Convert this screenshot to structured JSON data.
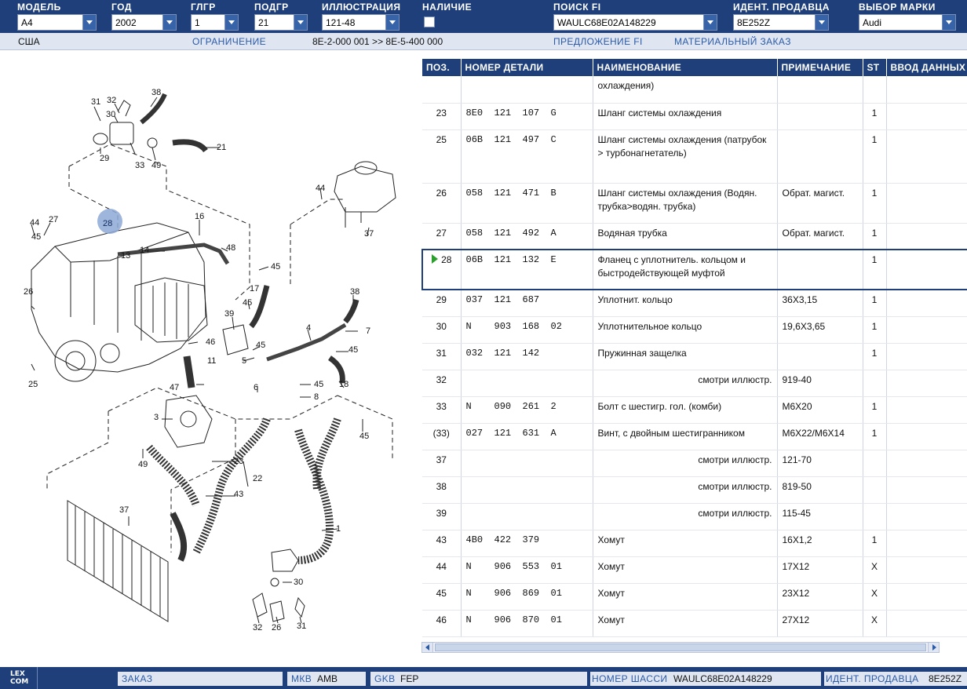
{
  "toolbar": {
    "model": {
      "label": "МОДЕЛЬ",
      "value": "A4"
    },
    "year": {
      "label": "ГОД",
      "value": "2002"
    },
    "group": {
      "label": "ГЛГР",
      "value": "1"
    },
    "subgroup": {
      "label": "ПОДГР",
      "value": "21"
    },
    "illustration": {
      "label": "ИЛЛЮСТРАЦИЯ",
      "value": "121-48"
    },
    "availability": {
      "label": "НАЛИЧИЕ"
    },
    "fi_search": {
      "label": "ПОИСК FI",
      "value": "WAULC68E02A148229"
    },
    "dealer_id": {
      "label": "ИДЕНТ. ПРОДАВЦА",
      "value": "8E252Z"
    },
    "brand": {
      "label": "ВЫБОР МАРКИ",
      "value": "Audi"
    }
  },
  "infobar": {
    "region": "США",
    "restriction_label": "ОГРАНИЧЕНИЕ",
    "restriction_value": "8E-2-000 001 >> 8E-5-400 000",
    "fi_proposal": "ПРЕДЛОЖЕНИЕ FI",
    "material_order": "МАТЕРИАЛЬНЫЙ ЗАКАЗ"
  },
  "diagram": {
    "callouts": [
      "38",
      "31",
      "32",
      "30",
      "21",
      "29",
      "33",
      "49",
      "28",
      "44",
      "16",
      "27",
      "45",
      "14",
      "13",
      "48",
      "17",
      "45",
      "37",
      "44",
      "38",
      "39",
      "45",
      "4",
      "7",
      "26",
      "46",
      "45",
      "45",
      "11",
      "5",
      "18",
      "25",
      "47",
      "6",
      "45",
      "8",
      "3",
      "45",
      "49",
      "23",
      "22",
      "43",
      "37",
      "1",
      "30",
      "32",
      "26",
      "31"
    ],
    "highlighted": "28"
  },
  "table": {
    "headers": {
      "pos": "ПОЗ.",
      "part_no": "НОМЕР ДЕТАЛИ",
      "name": "НАИМЕНОВАНИЕ",
      "note": "ПРИМЕЧАНИЕ",
      "st": "ST",
      "data_entry": "ВВОД ДАННЫХ"
    },
    "rows": [
      {
        "pos": "",
        "part_no": "",
        "name": " охлаждения)",
        "note": "",
        "st": ""
      },
      {
        "pos": "23",
        "part_no": "8E0  121  107  G",
        "name": "Шланг системы охлаждения",
        "note": "",
        "st": "1"
      },
      {
        "pos": "25",
        "part_no": "06B  121  497  C",
        "name": "Шланг системы охлаждения (патрубок > турбонагнетатель)",
        "note": "",
        "st": "1"
      },
      {
        "pos": "26",
        "part_no": "058  121  471  B",
        "name": "Шланг системы охлаждения (Водян. трубка>водян. трубка)",
        "note": "Обрат. магист.",
        "st": "1"
      },
      {
        "pos": "27",
        "part_no": "058  121  492  A",
        "name": "Водяная трубка",
        "note": "Обрат. магист.",
        "st": "1"
      },
      {
        "pos": "28",
        "part_no": "06B  121  132  E",
        "name": "Фланец с уплотнитель. кольцом и быстродействующей муфтой",
        "note": "",
        "st": "1",
        "selected": true
      },
      {
        "pos": "29",
        "part_no": "037  121  687",
        "name": "Уплотнит. кольцо",
        "note": "36X3,15",
        "st": "1"
      },
      {
        "pos": "30",
        "part_no": "N    903  168  02",
        "name": "Уплотнительное кольцо",
        "note": "19,6X3,65",
        "st": "1"
      },
      {
        "pos": "31",
        "part_no": "032  121  142",
        "name": "Пружинная защелка",
        "note": "",
        "st": "1"
      },
      {
        "pos": "32",
        "part_no": "",
        "name": "смотри иллюстр.",
        "note": "919-40",
        "st": "",
        "ref": true
      },
      {
        "pos": "33",
        "part_no": "N    090  261  2",
        "name": "Болт с шестигр. гол. (комби)",
        "note": "M6X20",
        "st": "1"
      },
      {
        "pos": "(33)",
        "part_no": "027  121  631  A",
        "name": "Винт, с двойным шестигранником",
        "note": "M6X22/M6X14",
        "st": "1"
      },
      {
        "pos": "37",
        "part_no": "",
        "name": "смотри иллюстр.",
        "note": "121-70",
        "st": "",
        "ref": true
      },
      {
        "pos": "38",
        "part_no": "",
        "name": "смотри иллюстр.",
        "note": "819-50",
        "st": "",
        "ref": true
      },
      {
        "pos": "39",
        "part_no": "",
        "name": "смотри иллюстр.",
        "note": "115-45",
        "st": "",
        "ref": true
      },
      {
        "pos": "43",
        "part_no": "4B0  422  379",
        "name": "Хомут",
        "note": "16X1,2",
        "st": "1"
      },
      {
        "pos": "44",
        "part_no": "N    906  553  01",
        "name": "Хомут",
        "note": "17X12",
        "st": "X"
      },
      {
        "pos": "45",
        "part_no": "N    906  869  01",
        "name": "Хомут",
        "note": "23X12",
        "st": "X"
      },
      {
        "pos": "46",
        "part_no": "N    906  870  01",
        "name": "Хомут",
        "note": "27X12",
        "st": "X"
      }
    ]
  },
  "statusbar": {
    "logo_line1": "LEX",
    "logo_line2": "COM",
    "order": "ЗАКАЗ",
    "mkb_label": "МКВ",
    "mkb_value": "AMB",
    "gkb_label": "GKB",
    "gkb_value": "FEP",
    "chassis_label": "НОМЕР ШАССИ",
    "chassis_value": "WAULC68E02A148229",
    "dealer_label": "ИДЕНТ. ПРОДАВЦА",
    "dealer_value": "8E252Z"
  },
  "colors": {
    "header_bg": "#1e3f7a",
    "link": "#2b5aa8",
    "selected_marker": "#2ca02c",
    "highlight": "#8ea9d6"
  }
}
